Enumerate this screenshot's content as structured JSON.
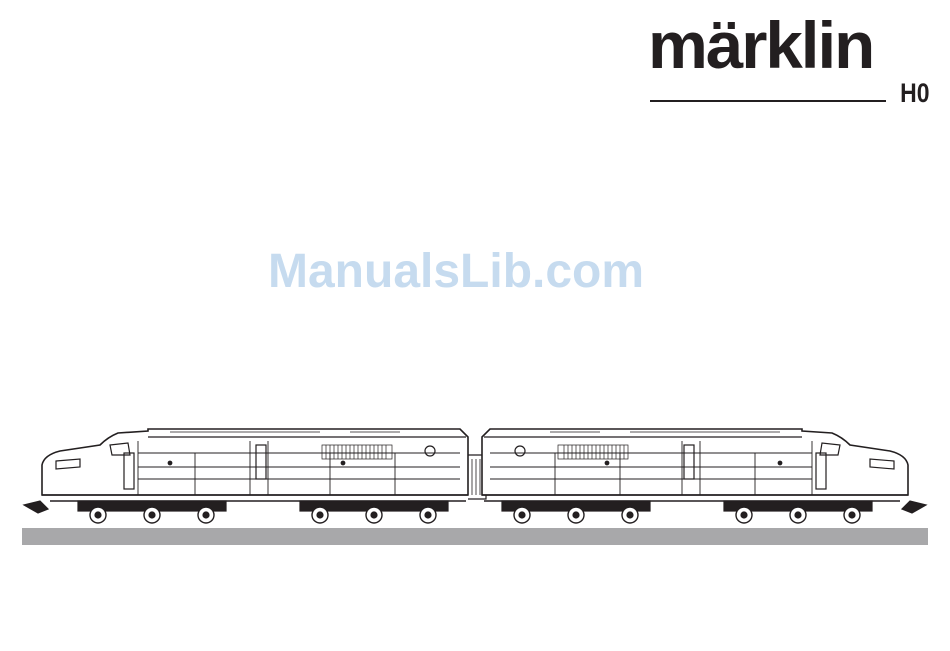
{
  "brand": {
    "name": "märklin",
    "scale": "H0"
  },
  "watermark": {
    "text": "ManualsLib.com"
  },
  "illustration": {
    "icon": "diesel-locomotive-line-drawing-icon"
  },
  "colors": {
    "ink": "#231f20",
    "watermark": "#c6dbef",
    "track": "#a8a8aa"
  }
}
